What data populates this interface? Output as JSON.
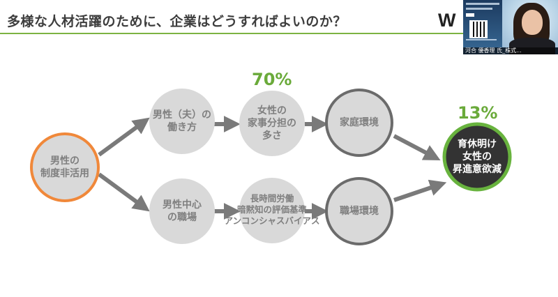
{
  "slide": {
    "title": "多様な人材活躍のために、企業はどうすればよいのか？",
    "logo_fragment": "W"
  },
  "webcam": {
    "participant_label": "河合 優香理 氏_株式..."
  },
  "diagram": {
    "nodes": {
      "root": "男性の\n制度非活用",
      "husband_work": "男性（夫）の\n働き方",
      "wife_housework": "女性の\n家事分担の\n多さ",
      "home_env": "家庭環境",
      "male_workplace": "男性中心\nの職場",
      "bias": "長時間労働\n暗黙知の評価基準\nアンコンシャスバイアス",
      "work_env": "職場環境",
      "outcome": "育休明け\n女性の\n昇進意欲減"
    },
    "percentages": {
      "wife_housework": "70%",
      "outcome": "13%"
    },
    "colors": {
      "node_fill": "#d9d9d9",
      "node_text": "#7f7f7f",
      "node_border": "#6b6b6b",
      "root_border": "#f0883a",
      "outcome_fill": "#333333",
      "outcome_border": "#68b33e",
      "percent": "#6aaa3a",
      "arrow": "#7a7a7a",
      "title_rule": "#7cb342"
    }
  }
}
